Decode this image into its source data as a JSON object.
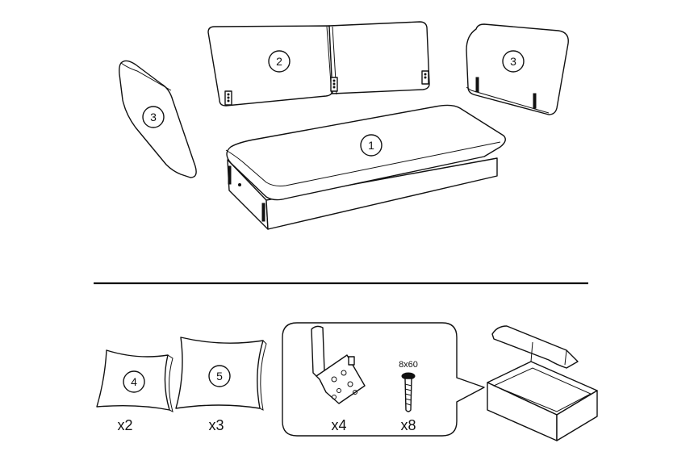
{
  "parts": {
    "seat": {
      "number": "1"
    },
    "backrest": {
      "number": "2"
    },
    "side_left": {
      "number": "3"
    },
    "side_right": {
      "number": "3"
    }
  },
  "accessories": {
    "pillow_small": {
      "number": "4",
      "quantity": "x2"
    },
    "pillow_large": {
      "number": "5",
      "quantity": "x3"
    },
    "bracket": {
      "quantity": "x4"
    },
    "screw": {
      "size": "8x60",
      "quantity": "x8"
    }
  },
  "colors": {
    "ink": "#111111",
    "paper": "#ffffff"
  },
  "icons": [
    "sofa-seat-part",
    "backrest-part",
    "side-cushion-part",
    "pillow-icon",
    "bracket-icon",
    "screw-icon",
    "box-icon"
  ]
}
